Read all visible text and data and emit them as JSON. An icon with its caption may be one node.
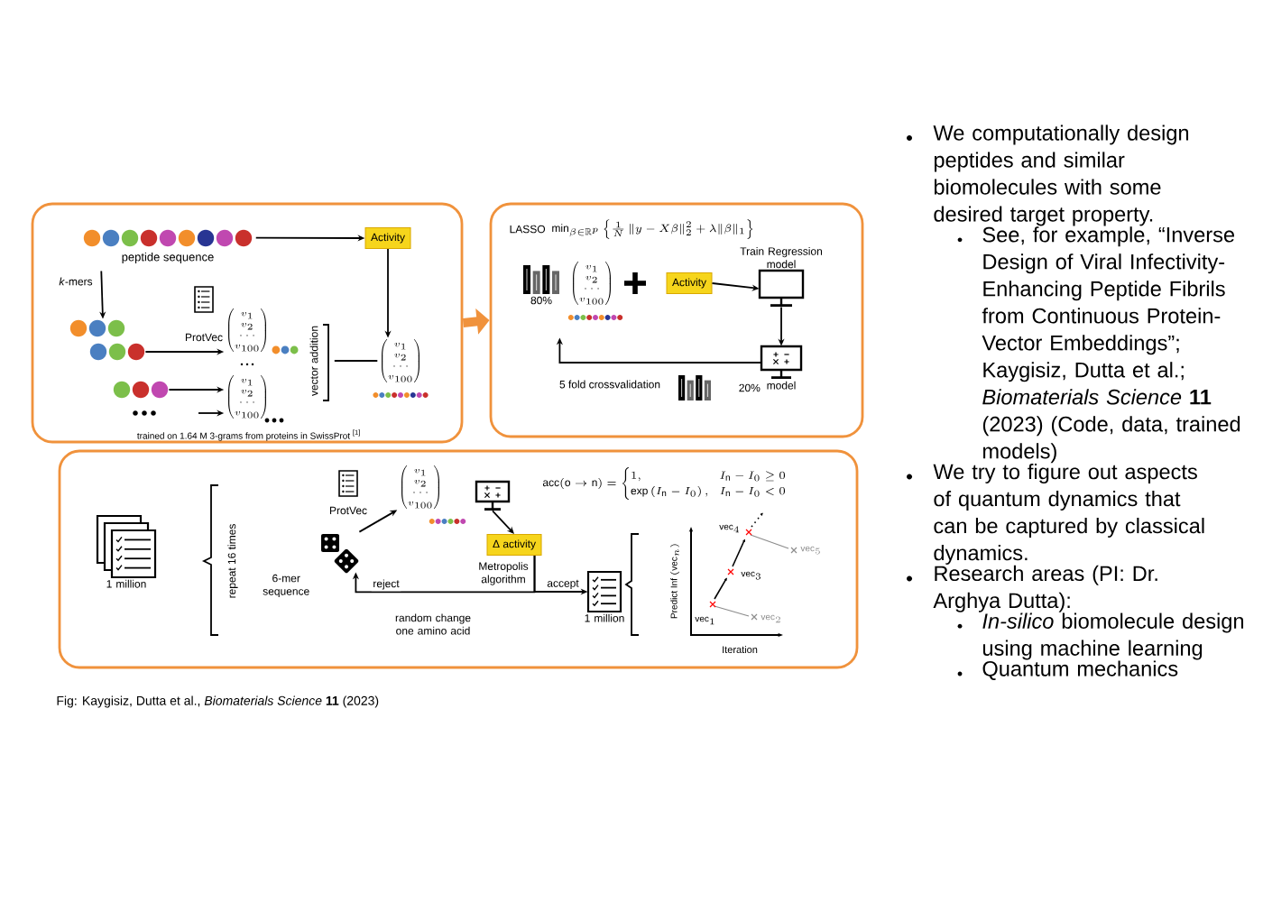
{
  "diagram": {
    "caption": "Fig: Kaygisiz, Dutta et al., *Biomaterials Science* **11** (2023)",
    "nodes": [
      {
        "text": [],
        "shape": "box"
      },
      {
        "text": [
          "peptide sequence"
        ],
        "in": 0
      },
      {
        "text": [
          "Activity"
        ],
        "in": 0
      },
      {
        "text": [],
        "shape": "circle",
        "in": 0
      },
      {
        "text": [
          "\\begin{pmatrix}v_{1}\\\\ v_{2}\\\\ \\cdots\\\\ v_{100}\\end{pmatrix}"
        ],
        "in": 0
      },
      {
        "text": [],
        "shape": "circle",
        "in": 0
      },
      {
        "text": [],
        "shape": "circle",
        "in": 0
      },
      {
        "text": [
          "\\begin{pmatrix}v_{1}\\\\ v_{2}\\\\ \\cdots\\\\ v_{100}\\end{pmatrix}"
        ],
        "in": 0
      },
      {
        "text": [
          "vector addition"
        ],
        "in": 0
      },
      {
        "text": [
          "\\begin{pmatrix}v_{1}\\\\ v_{2}\\\\ \\cdots\\\\ v_{100}\\end{pmatrix}"
        ],
        "in": 0
      },
      {
        "text": [],
        "shape": "box"
      },
      {
        "text": [
          "80%"
        ],
        "in": 10
      },
      {
        "text": [
          "Activity"
        ],
        "in": 10
      },
      {
        "text": [
          "Train Regression model"
        ],
        "in": 10
      },
      {
        "text": [
          "model"
        ],
        "in": 10
      },
      {
        "text": [
          "20%"
        ],
        "in": 10
      },
      {
        "text": [],
        "shape": "box"
      },
      {
        "text": [
          "1 million"
        ],
        "in": 16
      },
      {
        "text": [
          "6-mer sequence"
        ],
        "in": 16
      },
      {
        "text": [
          "\\begin{pmatrix}v_{1}\\\\ v_{2}\\\\ \\cdots\\\\ v_{100}\\end{pmatrix}"
        ],
        "in": 16
      },
      {
        "text": [],
        "shape": "monitor",
        "in": 16
      },
      {
        "text": [
          "Δ activity"
        ],
        "beside": [
          "Metropolis algorithm"
        ],
        "in": 16
      },
      {
        "text": [
          "1 million"
        ],
        "in": 16
      }
    ],
    "edges": [
      {
        "from": 1,
        "to": 2,
        "arrow": "to"
      },
      {
        "from": 1,
        "to": 3,
        "arrow": "to",
        "label": "*k*-mers"
      },
      {
        "from": 5,
        "to": 4,
        "arrow": "to"
      },
      {
        "from": 6,
        "to": 7,
        "arrow": "to"
      },
      {
        "from": null,
        "to": 7,
        "arrow": "to"
      },
      {
        "from": 8,
        "to": 9,
        "arrow": "none"
      },
      {
        "from": 2,
        "to": 9,
        "arrow": "to"
      },
      {
        "from": 0,
        "to": 10,
        "arrow": "to",
        "style": "thick",
        "color": "#f0923c"
      },
      {
        "from": 12,
        "to": 13,
        "arrow": "to"
      },
      {
        "from": 13,
        "to": 14,
        "arrow": "to"
      },
      {
        "from": 14,
        "to": 11,
        "arrow": "to",
        "label": "5 fold crossvalidation"
      },
      {
        "from": 18,
        "to": 19,
        "arrow": "to"
      },
      {
        "from": 20,
        "to": 21,
        "arrow": "to"
      },
      {
        "from": 21,
        "to": 18,
        "arrow": "to",
        "label": "reject"
      },
      {
        "from": 21,
        "to": 22,
        "arrow": "to",
        "label": "accept"
      }
    ],
    "labels": [
      "ProtVec",
      "trained on 1.64 M 3-grams from proteins in SwissProt",
      "[1]",
      "LASSO",
      "\\min_{\\beta\\in\\mathbb{R}^{p}}\\left\\{\\frac{1}{N}\\left\\|y-X\\beta\\right\\|_{2}^{2}+\\lambda\\|\\beta\\|_{1}\\right\\}",
      "\\begin{pmatrix}v_{1}\\\\ v_{2}\\\\ \\cdots\\\\ v_{100}\\end{pmatrix}",
      "ProtVec",
      "repeat 16 times",
      "\\mathrm{acc}(\\mathrm{o}\\rightarrow\\mathrm{n})=\\begin{cases}1, & I_{\\mathrm{n}}-I_{0}\\geq 0\\\\ \\exp\\left(I_{\\mathrm{n}}-I_{0}\\right), & I_{\\mathrm{n}}-I_{0}<0\\end{cases}",
      "random change one amino acid",
      "\\text{Predict Inf }(\\text{vec}_{n})",
      "Iteration",
      "\\text{vec}_{1}",
      "\\text{vec}_{2}",
      "\\text{vec}_{3}",
      "\\text{vec}_{4}",
      "\\text{vec}_{5}",
      "We computationally design peptides and similar biomolecules with some desired target property.",
      "See, for example, “Inverse Design of Viral Infectivity-Enhancing Peptide Fibrils from Continuous Protein-Vector Embeddings”; Kaygisiz, Dutta et al.; *Biomaterials Science* **11** (2023) (Code, data, trained models)",
      "We try to figure out aspects of quantum dynamics that can be captured by classical dynamics.",
      "Research areas (PI: Dr. Arghya Dutta):",
      "*In-silico* biomolecule design using machine learning",
      "Quantum mechanics"
    ]
  }
}
